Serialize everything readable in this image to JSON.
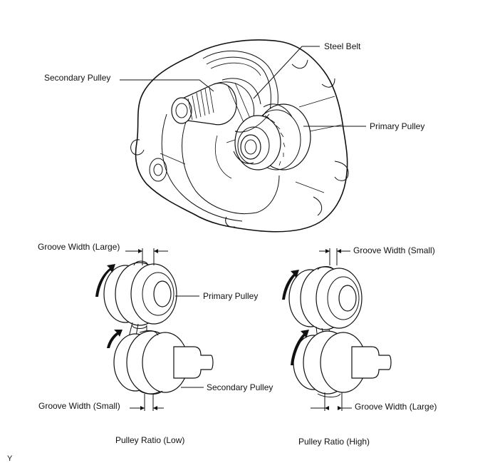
{
  "diagram": {
    "top_labels": {
      "steel_belt": "Steel Belt",
      "secondary_pulley": "Secondary Pulley",
      "primary_pulley": "Primary Pulley"
    },
    "low_ratio": {
      "groove_top": "Groove Width (Large)",
      "primary_pulley": "Primary Pulley",
      "secondary_pulley": "Secondary Pulley",
      "groove_bottom": "Groove Width (Small)",
      "caption": "Pulley Ratio (Low)"
    },
    "high_ratio": {
      "groove_top": "Groove Width (Small)",
      "groove_bottom": "Groove Width (Large)",
      "caption": "Pulley Ratio (High)"
    },
    "corner_mark": "Y"
  }
}
